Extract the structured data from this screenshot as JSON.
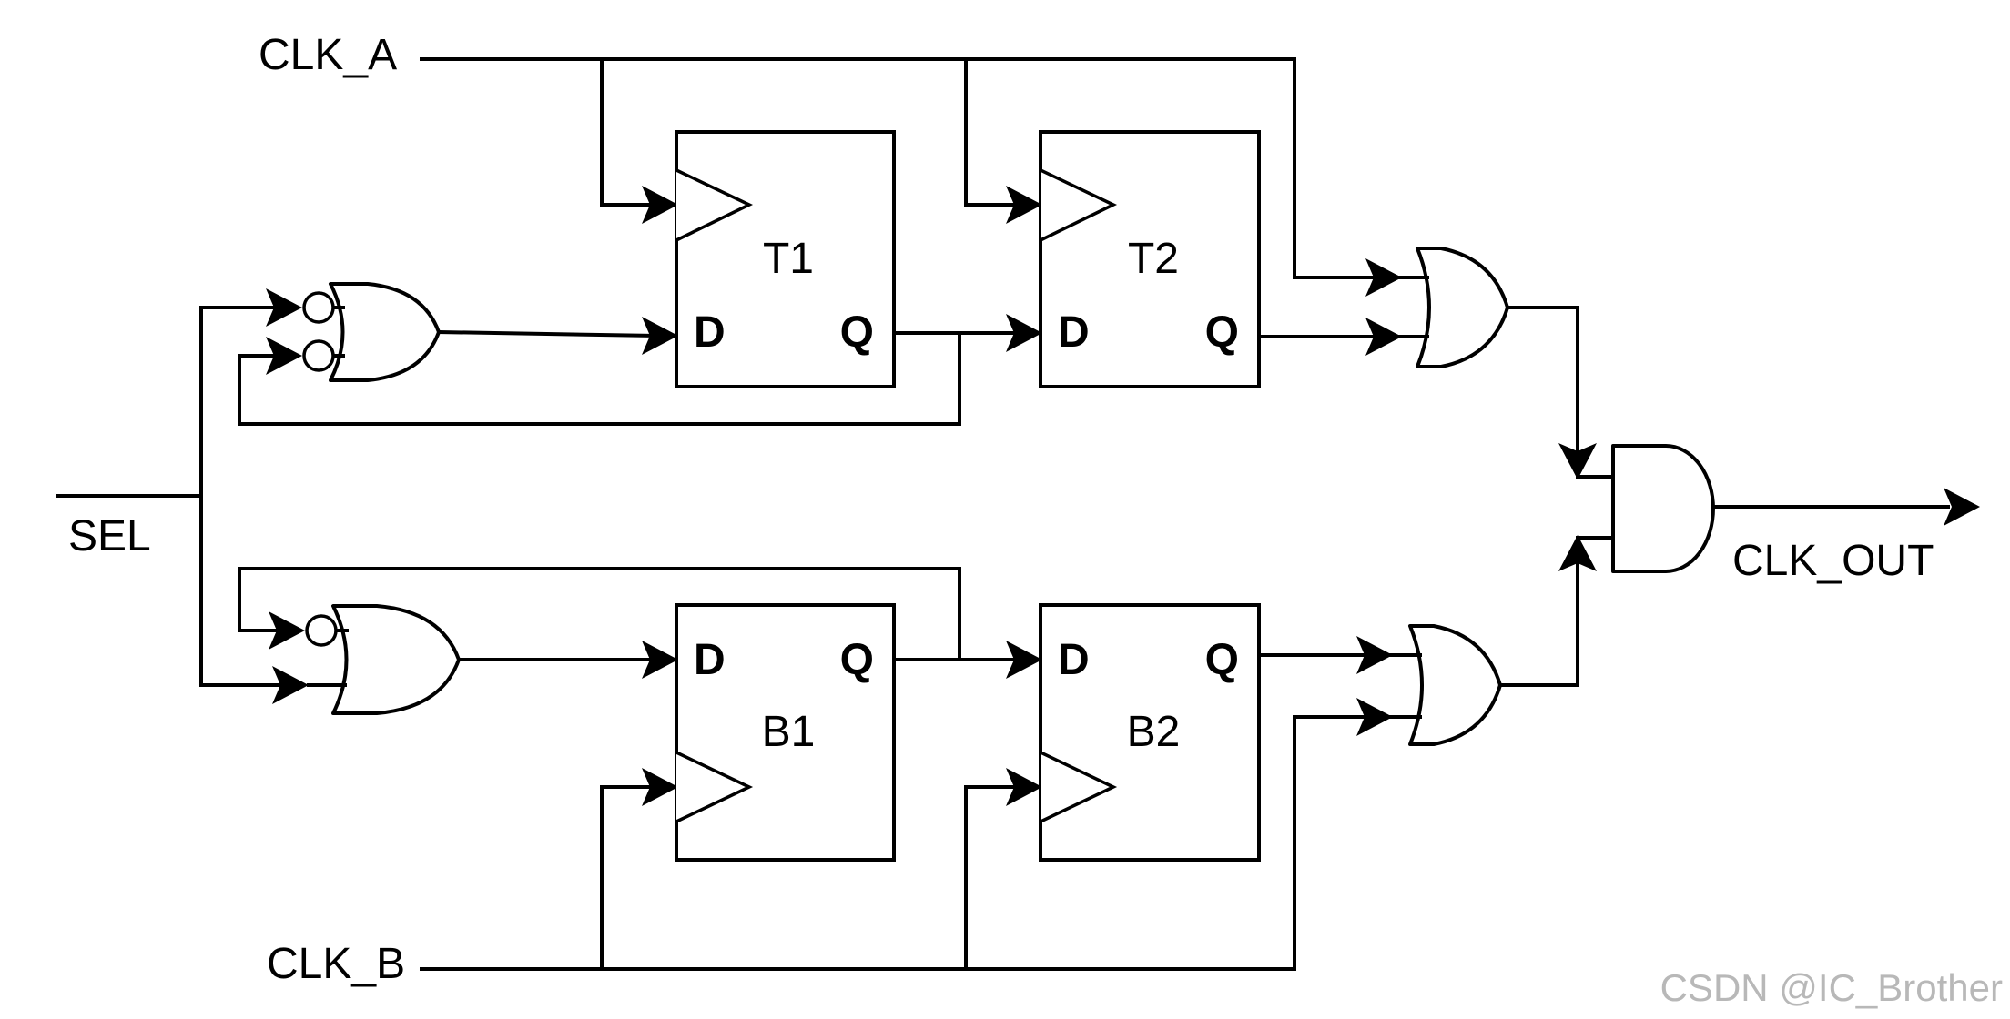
{
  "signals": {
    "clk_a": "CLK_A",
    "clk_b": "CLK_B",
    "sel": "SEL",
    "clk_out": "CLK_OUT"
  },
  "flipflops": {
    "t1": {
      "name": "T1",
      "d": "D",
      "q": "Q"
    },
    "t2": {
      "name": "T2",
      "d": "D",
      "q": "Q"
    },
    "b1": {
      "name": "B1",
      "d": "D",
      "q": "Q"
    },
    "b2": {
      "name": "B2",
      "d": "D",
      "q": "Q"
    }
  },
  "watermark": "CSDN @IC_Brother"
}
